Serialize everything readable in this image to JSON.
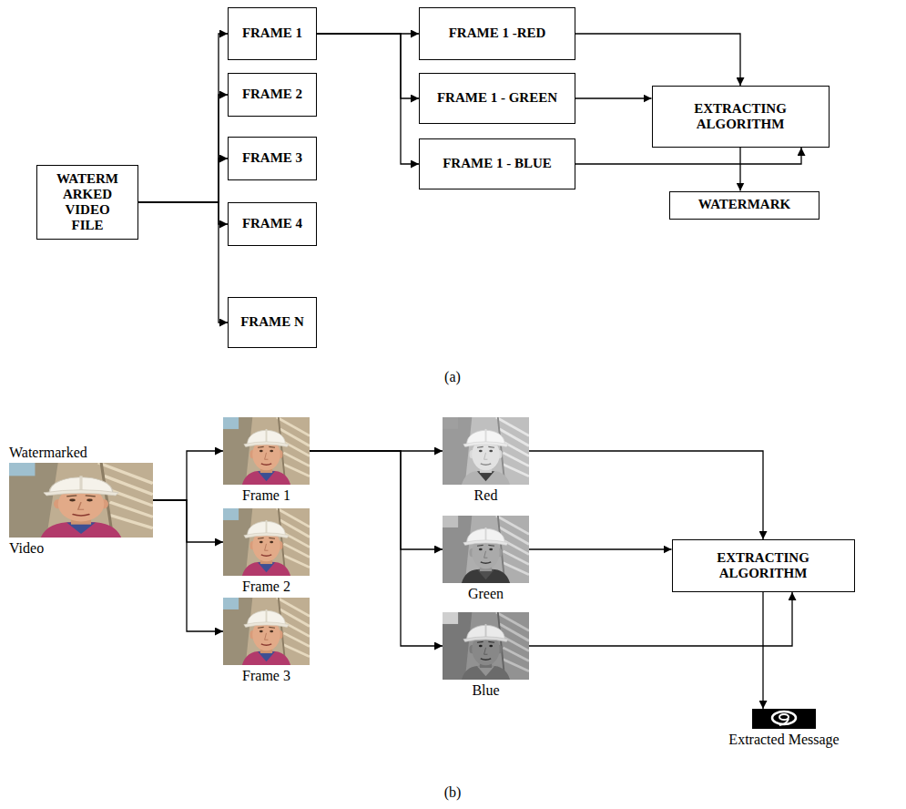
{
  "diagram": {
    "nodes": [
      {
        "text": [
          "WATERM ARKED VIDEO FILE"
        ]
      },
      {
        "text": [
          "FRAME 1"
        ]
      },
      {
        "text": [
          "FRAME 2"
        ]
      },
      {
        "text": [
          "FRAME 3"
        ]
      },
      {
        "text": [
          "FRAME 4"
        ]
      },
      {
        "text": [
          "FRAME N"
        ]
      },
      {
        "text": [
          "FRAME 1 -RED"
        ]
      },
      {
        "text": [
          "FRAME 1 - GREEN"
        ]
      },
      {
        "text": [
          "FRAME 1 - BLUE"
        ]
      },
      {
        "text": [
          "EXTRACTING ALGORITHM"
        ]
      },
      {
        "text": [
          "WATERMARK"
        ]
      },
      {
        "text": [
          "Watermarked",
          "Video"
        ]
      },
      {
        "text": [
          "Frame 1"
        ]
      },
      {
        "text": [
          "Frame 2"
        ]
      },
      {
        "text": [
          "Frame 3"
        ]
      },
      {
        "text": [
          "Red"
        ]
      },
      {
        "text": [
          "Green"
        ]
      },
      {
        "text": [
          "Blue"
        ]
      },
      {
        "text": [
          "EXTRACTING ALGORITHM"
        ]
      },
      {
        "text": [
          "Extracted Message"
        ]
      }
    ],
    "edges": [
      {
        "from": 0,
        "to": 1,
        "arrow": "to"
      },
      {
        "from": 0,
        "to": 2,
        "arrow": "to"
      },
      {
        "from": 0,
        "to": 3,
        "arrow": "to"
      },
      {
        "from": 0,
        "to": 4,
        "arrow": "to"
      },
      {
        "from": 0,
        "to": 5,
        "arrow": "to"
      },
      {
        "from": 1,
        "to": 6,
        "arrow": "to"
      },
      {
        "from": 1,
        "to": 7,
        "arrow": "to"
      },
      {
        "from": 1,
        "to": 8,
        "arrow": "to"
      },
      {
        "from": 6,
        "to": 9,
        "arrow": "to"
      },
      {
        "from": 7,
        "to": 9,
        "arrow": "to"
      },
      {
        "from": 8,
        "to": 9,
        "arrow": "to"
      },
      {
        "from": 9,
        "to": 10,
        "arrow": "to"
      },
      {
        "from": 11,
        "to": 12,
        "arrow": "to"
      },
      {
        "from": 11,
        "to": 13,
        "arrow": "to"
      },
      {
        "from": 11,
        "to": 14,
        "arrow": "to"
      },
      {
        "from": 12,
        "to": 15,
        "arrow": "to"
      },
      {
        "from": 12,
        "to": 16,
        "arrow": "to"
      },
      {
        "from": 12,
        "to": 17,
        "arrow": "to"
      },
      {
        "from": 15,
        "to": 18,
        "arrow": "to"
      },
      {
        "from": 16,
        "to": 18,
        "arrow": "to"
      },
      {
        "from": 17,
        "to": 18,
        "arrow": "to"
      },
      {
        "from": 18,
        "to": 19,
        "arrow": "to"
      }
    ],
    "labels": [
      "(a)",
      "(b)"
    ]
  }
}
